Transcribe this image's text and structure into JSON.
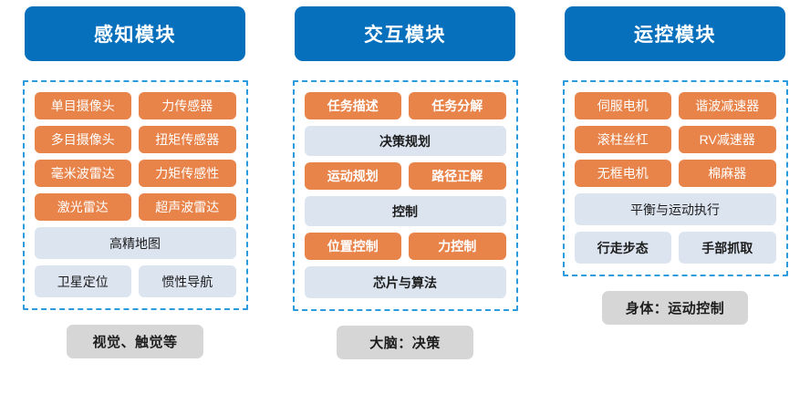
{
  "columns": [
    {
      "header": "感知模块",
      "footer": "视觉、触觉等",
      "rows": [
        {
          "style": "orange",
          "bold": false,
          "items": [
            "单目摄像头",
            "力传感器"
          ]
        },
        {
          "style": "orange",
          "bold": false,
          "items": [
            "多目摄像头",
            "扭矩传感器"
          ]
        },
        {
          "style": "orange",
          "bold": false,
          "items": [
            "毫米波雷达",
            "力矩传感性"
          ]
        },
        {
          "style": "orange",
          "bold": false,
          "items": [
            "激光雷达",
            "超声波雷达"
          ]
        },
        {
          "style": "light",
          "bold": false,
          "items": [
            "高精地图"
          ]
        },
        {
          "style": "light",
          "bold": false,
          "items": [
            "卫星定位",
            "惯性导航"
          ]
        }
      ]
    },
    {
      "header": "交互模块",
      "footer": "大脑：决策",
      "rows": [
        {
          "style": "orange",
          "bold": true,
          "items": [
            "任务描述",
            "任务分解"
          ]
        },
        {
          "style": "light",
          "bold": true,
          "items": [
            "决策规划"
          ]
        },
        {
          "style": "orange",
          "bold": true,
          "items": [
            "运动规划",
            "路径正解"
          ]
        },
        {
          "style": "light",
          "bold": true,
          "items": [
            "控制"
          ]
        },
        {
          "style": "orange",
          "bold": true,
          "items": [
            "位置控制",
            "力控制"
          ]
        },
        {
          "style": "light",
          "bold": true,
          "items": [
            "芯片与算法"
          ]
        }
      ]
    },
    {
      "header": "运控模块",
      "footer": "身体：运动控制",
      "rows": [
        {
          "style": "orange",
          "bold": false,
          "items": [
            "伺服电机",
            "谐波减速器"
          ]
        },
        {
          "style": "orange",
          "bold": false,
          "items": [
            "滚柱丝杠",
            "RV减速器"
          ]
        },
        {
          "style": "orange",
          "bold": false,
          "items": [
            "无框电机",
            "棉麻器"
          ]
        },
        {
          "style": "light",
          "bold": false,
          "items": [
            "平衡与运动执行"
          ]
        },
        {
          "style": "light",
          "bold": true,
          "items": [
            "行走步态",
            "手部抓取"
          ]
        }
      ]
    }
  ],
  "colors": {
    "header_blue": "#0670BC",
    "chip_orange": "#E8834A",
    "chip_light_blue": "#DCE4F0",
    "footer_gray": "#D6D6D6",
    "dashed_border": "#2C9BDD"
  }
}
